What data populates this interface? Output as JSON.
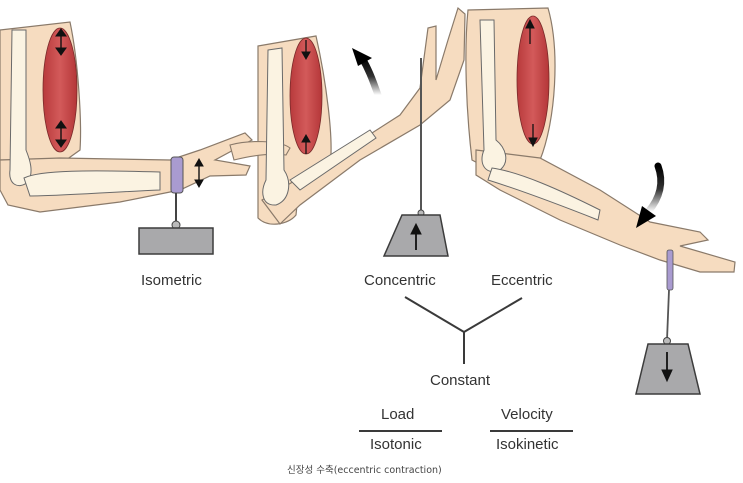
{
  "diagram": {
    "title": "Muscle contraction types",
    "panels": [
      {
        "id": "isometric",
        "label": "Isometric",
        "muscle_arrows": "both-ways",
        "weight_arrow": "none"
      },
      {
        "id": "concentric",
        "label": "Concentric",
        "muscle_arrows": "inward",
        "weight_arrow": "up"
      },
      {
        "id": "eccentric",
        "label": "Eccentric",
        "muscle_arrows": "outward",
        "weight_arrow": "down"
      }
    ],
    "tree": {
      "branch_left": "Concentric",
      "branch_right": "Eccentric",
      "root": "Constant"
    },
    "fractions": [
      {
        "numerator": "Load",
        "denominator": "Isotonic"
      },
      {
        "numerator": "Velocity",
        "denominator": "Isokinetic"
      }
    ],
    "caption": "신장성 수축(eccentric contraction)"
  },
  "colors": {
    "skin": "#f6dcc0",
    "skin_outline": "#8a7a6a",
    "bone": "#fbf3e2",
    "muscle": "#c9484a",
    "muscle_dark": "#a63234",
    "weight": "#a9a9ab",
    "weight_outline": "#3c3c3c",
    "cuff": "#a99bd0",
    "text": "#333333"
  }
}
